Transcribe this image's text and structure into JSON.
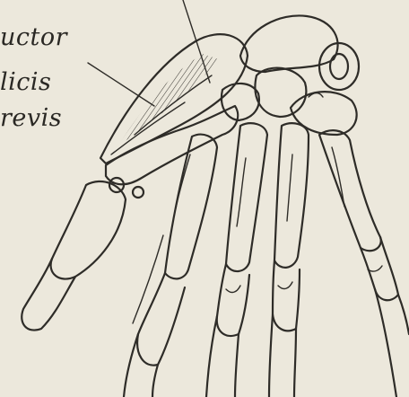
{
  "labels": {
    "line1": "uctor",
    "line2": "licis",
    "line3": "revis"
  }
}
